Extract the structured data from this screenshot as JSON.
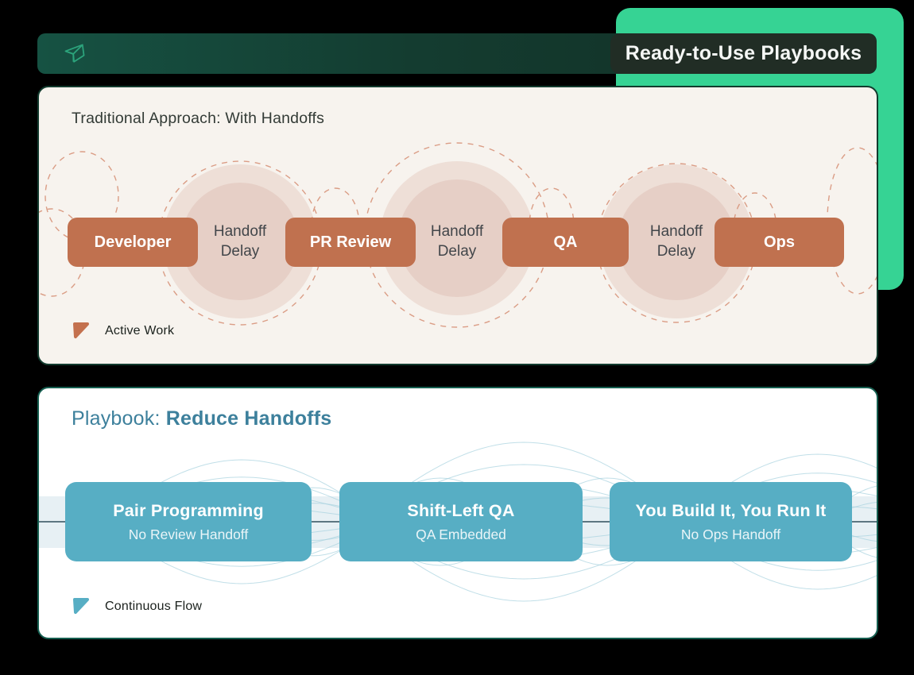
{
  "header": {
    "title": "Ready-to-Use Playbooks",
    "logo_icon": "cube-plane-logo"
  },
  "colors": {
    "mint_accent": "#36d394",
    "terracotta": "#c0714f",
    "teal": "#57aec4",
    "teal_heading": "#3d809c",
    "header_green": "#143c30",
    "header_pill": "#212d25",
    "card1_bg": "#f7f3ee",
    "card2_bg": "#ffffff"
  },
  "traditional": {
    "title": "Traditional Approach: With Handoffs",
    "flow": [
      {
        "kind": "stage",
        "label": "Developer"
      },
      {
        "kind": "delay",
        "label": "Handoff Delay"
      },
      {
        "kind": "stage",
        "label": "PR Review"
      },
      {
        "kind": "delay",
        "label": "Handoff Delay"
      },
      {
        "kind": "stage",
        "label": "QA"
      },
      {
        "kind": "delay",
        "label": "Handoff Delay"
      },
      {
        "kind": "stage",
        "label": "Ops"
      }
    ],
    "legend": {
      "label": "Active Work"
    }
  },
  "playbook": {
    "title_prefix": "Playbook: ",
    "title_emphasis": "Reduce Handoffs",
    "steps": [
      {
        "title": "Pair Programming",
        "subtitle": "No Review Handoff"
      },
      {
        "title": "Shift-Left QA",
        "subtitle": "QA Embedded"
      },
      {
        "title": "You Build It, You Run It",
        "subtitle": "No Ops Handoff"
      }
    ],
    "legend": {
      "label": "Continuous Flow"
    }
  }
}
